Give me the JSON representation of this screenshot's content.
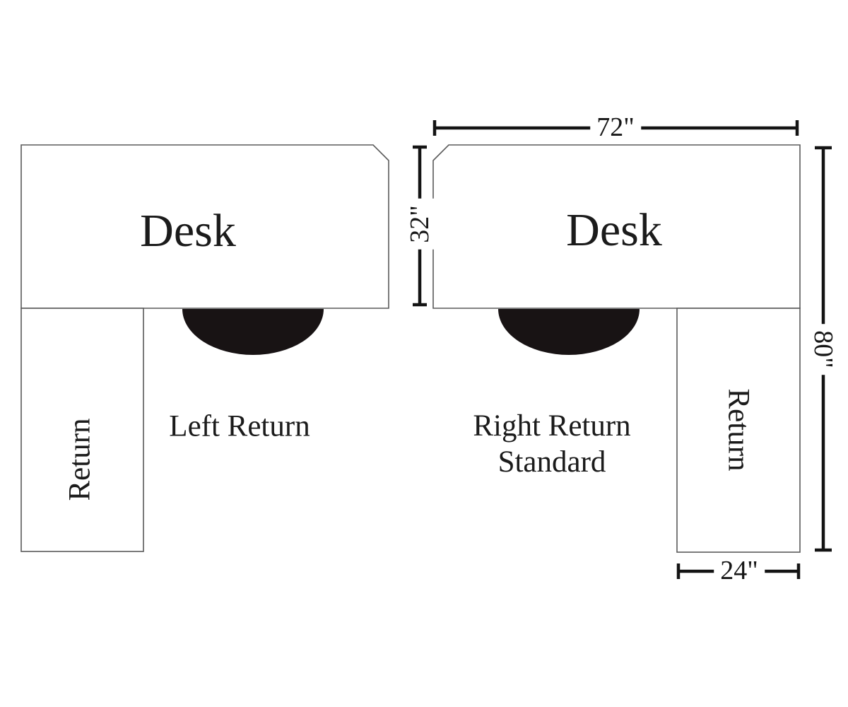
{
  "diagram_title": "desk-return-configuration-diagram",
  "colors": {
    "background": "#ffffff",
    "outline": "#5a5a5a",
    "dimension_line": "#141414",
    "chair_fill": "#181314",
    "text": "#1b1b1b"
  },
  "units": {
    "left": {
      "desk_label": "Desk",
      "return_label": "Return",
      "caption": "Left Return"
    },
    "right": {
      "desk_label": "Desk",
      "return_label": "Return",
      "caption_line1": "Right Return",
      "caption_line2": "Standard"
    }
  },
  "dimensions": {
    "top_width": "72\"",
    "desk_depth": "32\"",
    "total_depth": "80\"",
    "return_width": "24\""
  }
}
